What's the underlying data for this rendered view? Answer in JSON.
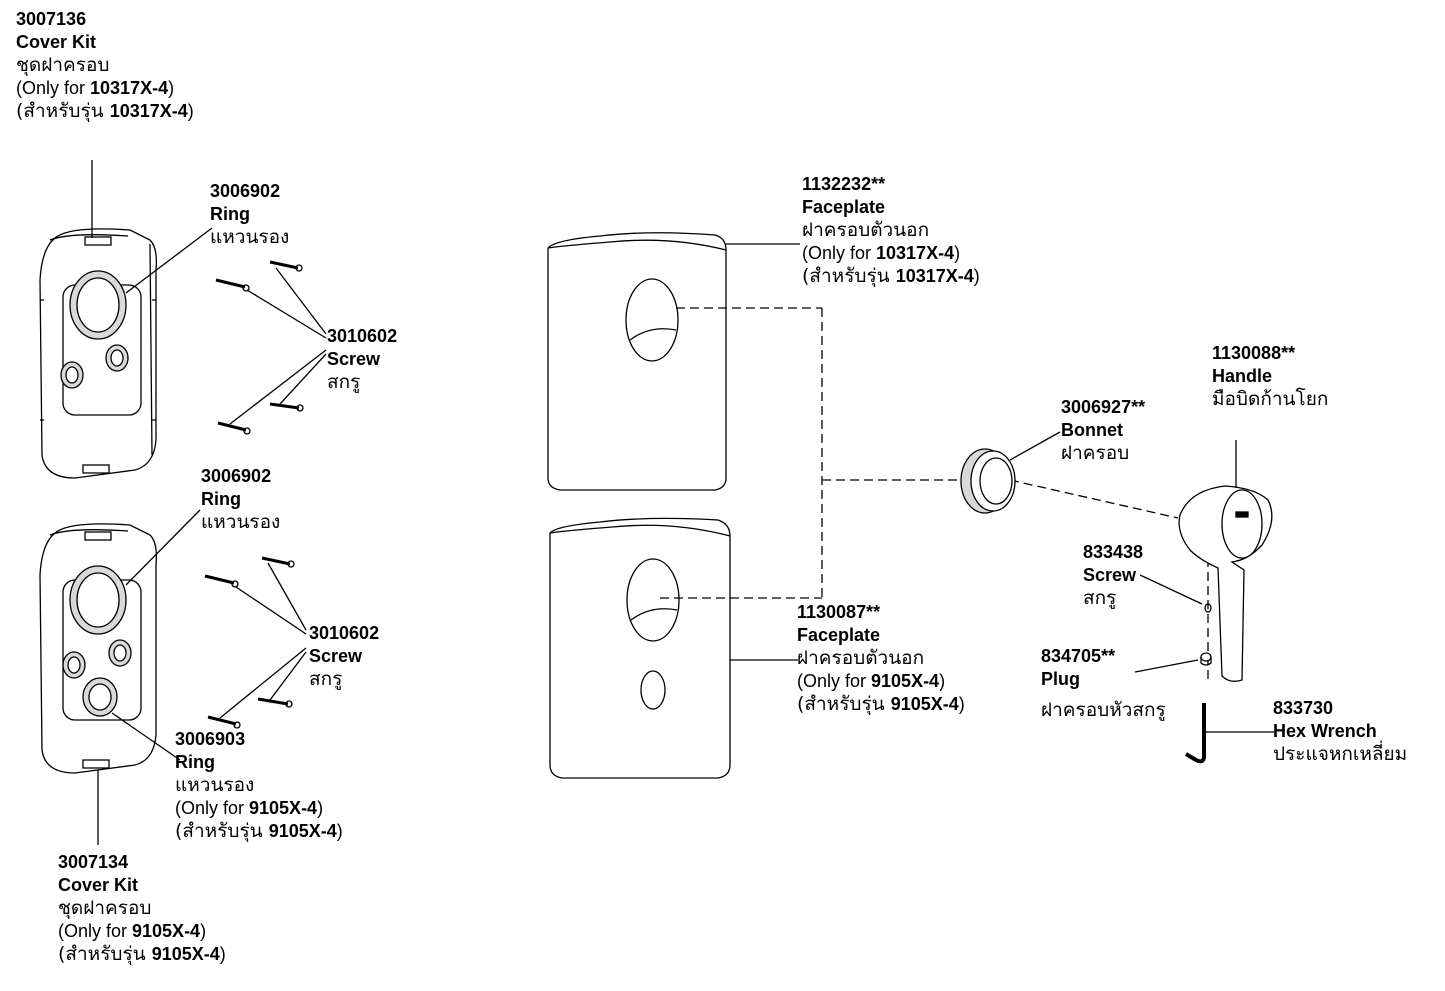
{
  "callouts": {
    "cover_kit_top": {
      "part_no": "3007136",
      "name": "Cover Kit",
      "thai": "ชุดฝาครอบ",
      "only_prefix": "(Only for ",
      "only_model": "10317X-4",
      "only_suffix": ")",
      "thai_only_prefix": "(สำหรับรุ่น ",
      "thai_only_model": "10317X-4",
      "thai_only_suffix": ")"
    },
    "ring_top": {
      "part_no": "3006902",
      "name": "Ring",
      "thai": "แหวนรอง"
    },
    "screw_top": {
      "part_no": "3010602",
      "name": "Screw",
      "thai": "สกรู"
    },
    "ring_mid": {
      "part_no": "3006902",
      "name": "Ring",
      "thai": "แหวนรอง"
    },
    "screw_mid": {
      "part_no": "3010602",
      "name": "Screw",
      "thai": "สกรู"
    },
    "ring_bottom": {
      "part_no": "3006903",
      "name": "Ring",
      "thai": "แหวนรอง",
      "only_prefix": "(Only for ",
      "only_model": "9105X-4",
      "only_suffix": ")",
      "thai_only_prefix": "(สำหรับรุ่น ",
      "thai_only_model": "9105X-4",
      "thai_only_suffix": ")"
    },
    "cover_kit_bottom": {
      "part_no": "3007134",
      "name": "Cover Kit",
      "thai": "ชุดฝาครอบ",
      "only_prefix": "(Only for ",
      "only_model": "9105X-4",
      "only_suffix": ")",
      "thai_only_prefix": "(สำหรับรุ่น ",
      "thai_only_model": "9105X-4",
      "thai_only_suffix": ")"
    },
    "faceplate_top": {
      "part_no": "1132232**",
      "name": "Faceplate",
      "thai": "ฝาครอบตัวนอก",
      "only_prefix": "(Only for ",
      "only_model": "10317X-4",
      "only_suffix": ")",
      "thai_only_prefix": "(สำหรับรุ่น ",
      "thai_only_model": "10317X-4",
      "thai_only_suffix": ")"
    },
    "faceplate_bottom": {
      "part_no": "1130087**",
      "name": "Faceplate",
      "thai": "ฝาครอบตัวนอก",
      "only_prefix": "(Only for ",
      "only_model": "9105X-4",
      "only_suffix": ")",
      "thai_only_prefix": "(สำหรับรุ่น ",
      "thai_only_model": "9105X-4",
      "thai_only_suffix": ")"
    },
    "bonnet": {
      "part_no": "3006927**",
      "name": "Bonnet",
      "thai": "ฝาครอบ"
    },
    "handle": {
      "part_no": "1130088**",
      "name": "Handle",
      "thai": "มือบิดก้านโยก"
    },
    "screw_handle": {
      "part_no": "833438",
      "name": "Screw",
      "thai": "สกรู"
    },
    "plug": {
      "part_no": "834705**",
      "name": "Plug",
      "thai": "ฝาครอบหัวสกรู"
    },
    "hex_wrench": {
      "part_no": "833730",
      "name": "Hex Wrench",
      "thai": "ประแจหกเหลี่ยม"
    }
  },
  "colors": {
    "ink": "#000000",
    "paper": "#ffffff",
    "shade": "#d9d9d9"
  }
}
